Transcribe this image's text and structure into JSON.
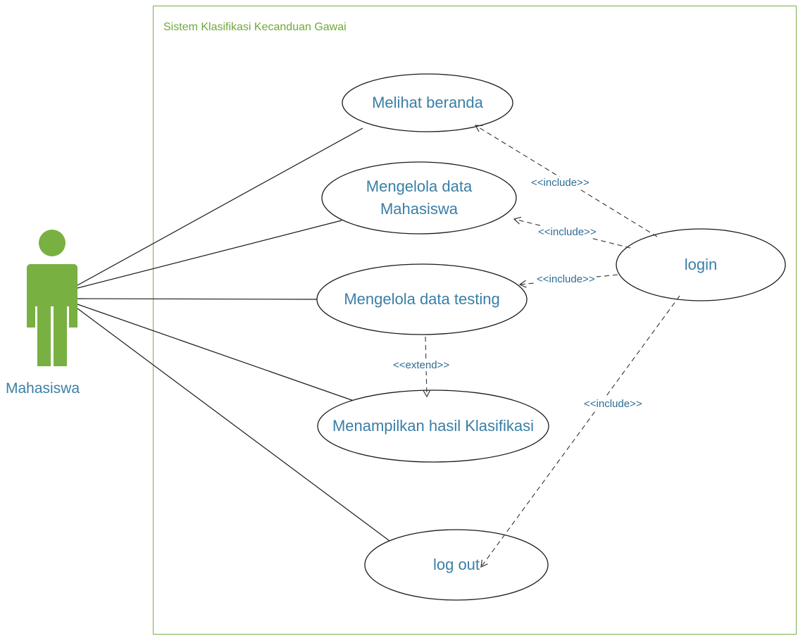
{
  "system": {
    "title": "Sistem Klasifikasi Kecanduan Gawai"
  },
  "actor": {
    "name": "Mahasiswa",
    "color": "#78b041"
  },
  "use_cases": {
    "melihat_beranda": "Melihat beranda",
    "mengelola_mahasiswa_l1": "Mengelola data",
    "mengelola_mahasiswa_l2": "Mahasiswa",
    "mengelola_testing": "Mengelola data testing",
    "menampilkan_hasil": "Menampilkan hasil Klasifikasi",
    "log_out": "log out",
    "login": "login"
  },
  "relations": {
    "include_1": "<<include>>",
    "include_2": "<<include>>",
    "include_3": "<<include>>",
    "include_4": "<<include>>",
    "extend": "<<extend>>"
  },
  "colors": {
    "boundary": "#7aad4a",
    "text": "#3a7fa6",
    "line": "#1a1a1a"
  }
}
